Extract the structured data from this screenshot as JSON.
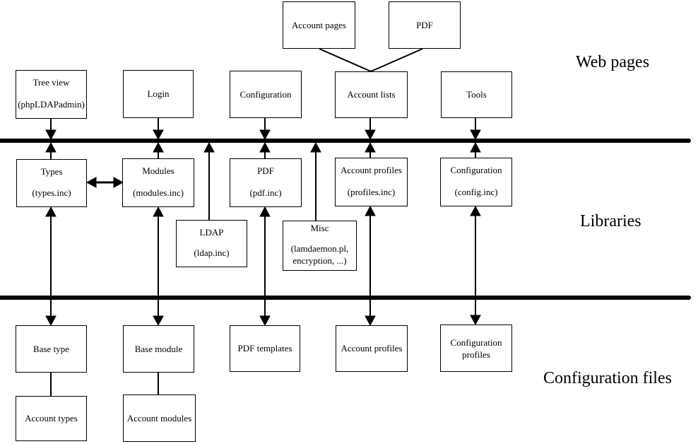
{
  "section_labels": {
    "web_pages": "Web pages",
    "libraries": "Libraries",
    "configuration_files": "Configuration files"
  },
  "boxes": {
    "account_pages": {
      "line1": "Account pages"
    },
    "pdf_page": {
      "line1": "PDF"
    },
    "tree_view": {
      "line1": "Tree view",
      "line2": "(phpLDAPadmin)"
    },
    "login": {
      "line1": "Login"
    },
    "configuration_page": {
      "line1": "Configuration"
    },
    "account_lists": {
      "line1": "Account lists"
    },
    "tools": {
      "line1": "Tools"
    },
    "types": {
      "line1": "Types",
      "line2": "(types.inc)"
    },
    "modules": {
      "line1": "Modules",
      "line2": "(modules.inc)"
    },
    "pdf_lib": {
      "line1": "PDF",
      "line2": "(pdf.inc)"
    },
    "account_profiles_lib": {
      "line1": "Account profiles",
      "line2": "(profiles.inc)"
    },
    "configuration_lib": {
      "line1": "Configuration",
      "line2": "(config.inc)"
    },
    "ldap": {
      "line1": "LDAP",
      "line2": "(ldap.inc)"
    },
    "misc": {
      "line1": "Misc",
      "line2": "(lamdaemon.pl,",
      "line3": "encryption, ...)"
    },
    "base_type": {
      "line1": "Base type"
    },
    "base_module": {
      "line1": "Base module"
    },
    "pdf_templates": {
      "line1": "PDF templates"
    },
    "account_profiles_files": {
      "line1": "Account profiles"
    },
    "configuration_profiles": {
      "line1": "Configuration",
      "line2": "profiles"
    },
    "account_types": {
      "line1": "Account types"
    },
    "account_modules": {
      "line1": "Account modules"
    }
  },
  "edges": [
    {
      "from": "Account pages",
      "to": "Account lists",
      "style": "plain-diagonal"
    },
    {
      "from": "PDF",
      "to": "Account lists",
      "style": "plain-diagonal"
    },
    {
      "from": "Tree view (phpLDAPadmin)",
      "to": "Types (types.inc)",
      "style": "arrows-into-bus"
    },
    {
      "from": "Login",
      "to": "Modules (modules.inc)",
      "style": "arrows-into-bus"
    },
    {
      "from": "Configuration",
      "to": "PDF (pdf.inc)",
      "style": "arrows-into-bus"
    },
    {
      "from": "Account lists",
      "to": "Account profiles (profiles.inc)",
      "style": "arrows-into-bus"
    },
    {
      "from": "Tools",
      "to": "Configuration (config.inc)",
      "style": "arrows-into-bus"
    },
    {
      "from": "Types (types.inc)",
      "to": "Modules (modules.inc)",
      "style": "double-arrow-horizontal"
    },
    {
      "from": "LDAP (ldap.inc)",
      "to": "bus",
      "style": "arrow-up-into-bus"
    },
    {
      "from": "Misc (lamdaemon.pl, encryption, ...)",
      "to": "bus",
      "style": "arrow-up-into-bus"
    },
    {
      "from": "Types (types.inc)",
      "to": "Base type",
      "style": "double-arrow-through-bus"
    },
    {
      "from": "Modules (modules.inc)",
      "to": "Base module",
      "style": "double-arrow-through-bus"
    },
    {
      "from": "PDF (pdf.inc)",
      "to": "PDF templates",
      "style": "double-arrow-through-bus"
    },
    {
      "from": "Account profiles (profiles.inc)",
      "to": "Account profiles",
      "style": "double-arrow-through-bus"
    },
    {
      "from": "Configuration (config.inc)",
      "to": "Configuration profiles",
      "style": "double-arrow-through-bus"
    },
    {
      "from": "Base type",
      "to": "Account types",
      "style": "plain-line"
    },
    {
      "from": "Base module",
      "to": "Account modules",
      "style": "plain-line"
    }
  ],
  "colors": {
    "foreground": "#000000",
    "background": "#ffffff"
  }
}
